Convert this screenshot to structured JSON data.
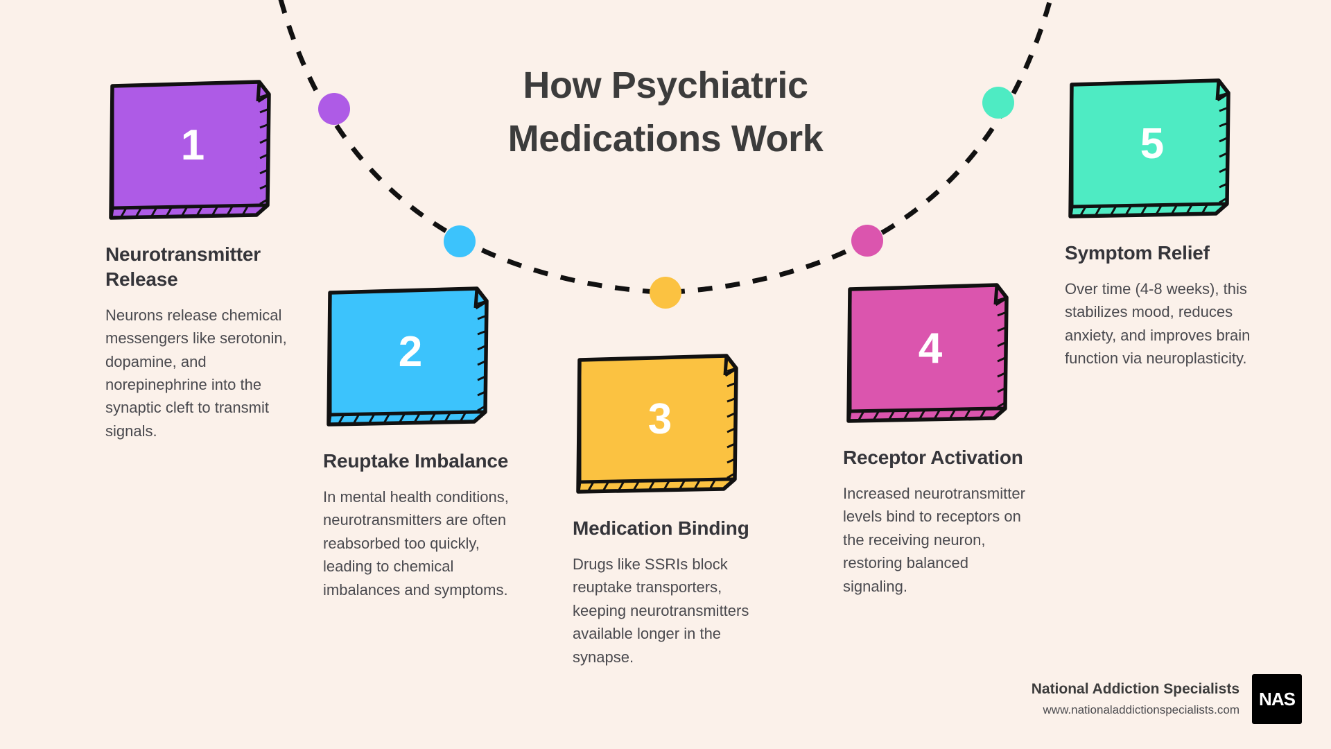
{
  "background_color": "#FBF1EA",
  "title": {
    "line1": "How Psychiatric",
    "line2": "Medications Work"
  },
  "steps": [
    {
      "number": "1",
      "heading": "Neurotransmitter Release",
      "body": "Neurons release chemical messengers like serotonin, dopamine, and norepinephrine into the synaptic cleft to transmit signals.",
      "color": "#AE5BE6"
    },
    {
      "number": "2",
      "heading": "Reuptake Imbalance",
      "body": "In mental health conditions, neurotransmitters are often reabsorbed too quickly, leading to chemical imbalances and symptoms.",
      "color": "#3CC3FC"
    },
    {
      "number": "3",
      "heading": "Medication Binding",
      "body": "Drugs like SSRIs block reuptake transporters, keeping neurotransmitters available longer in the synapse.",
      "color": "#FBC241"
    },
    {
      "number": "4",
      "heading": "Receptor Activation",
      "body": "Increased neurotransmitter levels bind to receptors on the receiving neuron, restoring balanced signaling.",
      "color": "#DB55AE"
    },
    {
      "number": "5",
      "heading": "Symptom Relief",
      "body": "Over time (4-8 weeks), this stabilizes mood, reduces anxiety, and improves brain function via neuroplasticity.",
      "color": "#4EEBC3"
    }
  ],
  "footer": {
    "organization": "National Addiction Specialists",
    "website": "www.nationaladdictionspecialists.com",
    "logo_text": "NAS"
  }
}
